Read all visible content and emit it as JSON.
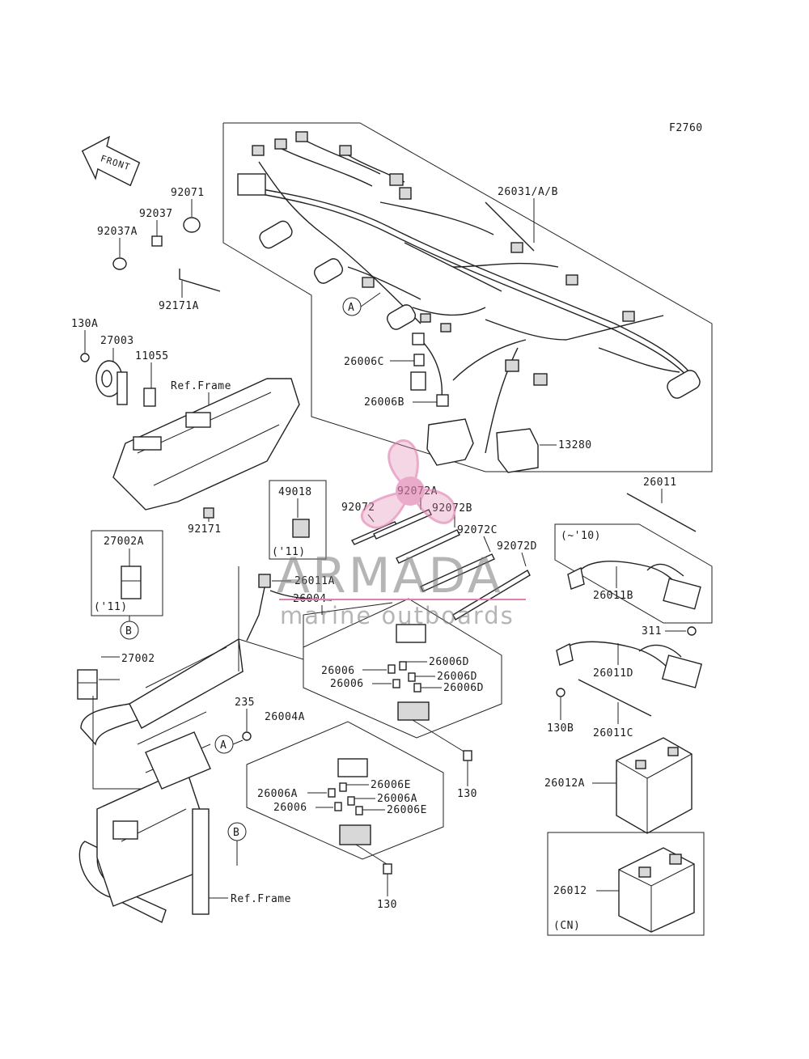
{
  "figure_code": "F2760",
  "front_arrow_label": "FRONT",
  "labels": {
    "p26031": "26031/A/B",
    "p92071": "92071",
    "p92037": "92037",
    "p92037A": "92037A",
    "p92171A": "92171A",
    "p130A": "130A",
    "p27003": "27003",
    "p11055": "11055",
    "ref_frame_top": "Ref.Frame",
    "p26006C": "26006C",
    "p26006B": "26006B",
    "p13280": "13280",
    "p92171": "92171",
    "p49018": "49018",
    "yr11_a": "('11)",
    "p92072": "92072",
    "p92072A": "92072A",
    "p92072B": "92072B",
    "p92072C": "92072C",
    "p92072D": "92072D",
    "p26011": "26011",
    "upto10": "(~'10)",
    "p26011B": "26011B",
    "p27002A": "27002A",
    "yr11_b": "('11)",
    "p26011A": "26011A",
    "p26004": "26004",
    "p27002": "27002",
    "p26006D_1": "26006D",
    "p26006_1": "26006",
    "p26006D_2": "26006D",
    "p26006_2": "26006",
    "p26006D_3": "26006D",
    "p311": "311",
    "p26011D": "26011D",
    "p235": "235",
    "p26004A": "26004A",
    "p130B": "130B",
    "p26011C": "26011C",
    "p130_1": "130",
    "p26012A": "26012A",
    "p26006A_1": "26006A",
    "p26006E_1": "26006E",
    "p26006A_2": "26006A",
    "p26006_3": "26006",
    "p26006E_2": "26006E",
    "p26012": "26012",
    "ref_frame_bottom": "Ref.Frame",
    "p130_2": "130",
    "cn": "(CN)",
    "callout_A": "A",
    "callout_B": "B"
  },
  "watermark": {
    "brand": "ARMADA",
    "tagline": "marine outboards",
    "accent": "#e07fb0"
  }
}
